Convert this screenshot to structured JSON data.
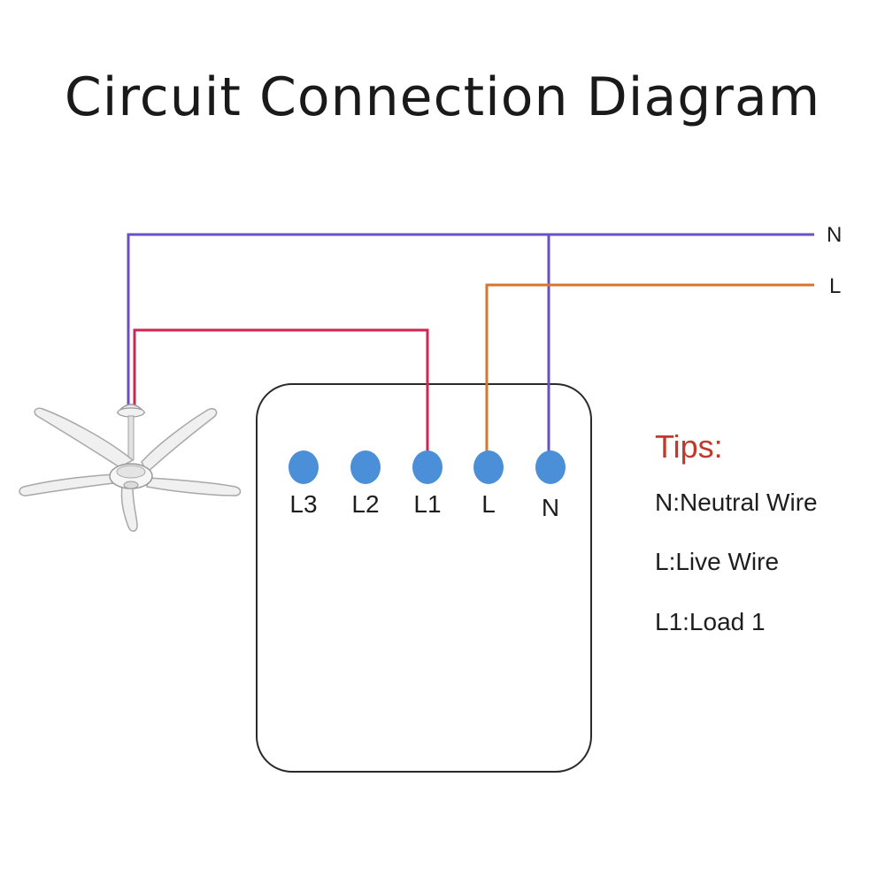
{
  "title": "Circuit Connection Diagram",
  "wires": {
    "neutral_label": "N",
    "live_label": "L",
    "neutral_color": "#6a4fc4",
    "live_color": "#d9742c",
    "load_color": "#d12453"
  },
  "module": {
    "terminals": [
      {
        "label": "L3"
      },
      {
        "label": "L2"
      },
      {
        "label": "L1"
      },
      {
        "label": "L"
      },
      {
        "label": "N"
      }
    ],
    "terminal_color": "#4a8fd8"
  },
  "device": {
    "icon": "ceiling-fan-icon"
  },
  "tips": {
    "title": "Tips:",
    "title_color": "#c0392b",
    "items": [
      "N:Neutral Wire",
      "L:Live Wire",
      "L1:Load 1"
    ]
  }
}
